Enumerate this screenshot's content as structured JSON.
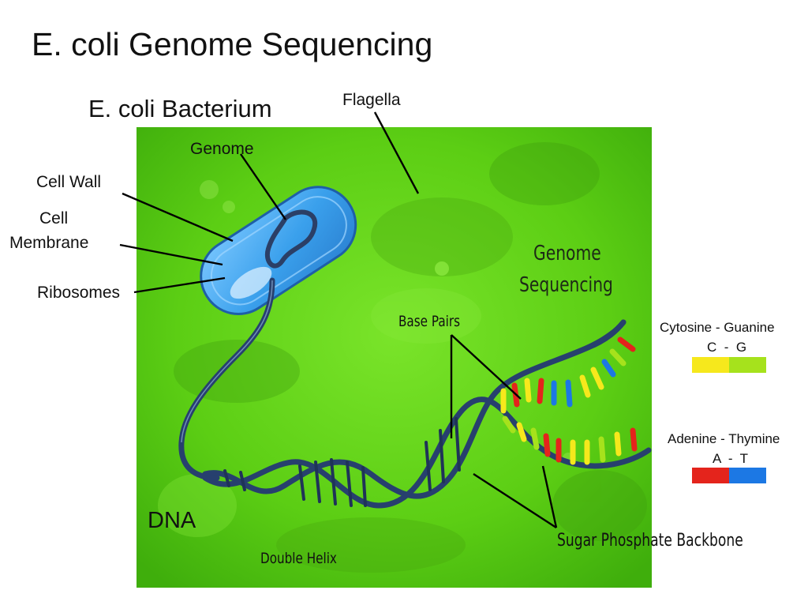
{
  "title": "E. coli Genome Sequencing",
  "subtitle": "E. coli Bacterium",
  "labels": {
    "flagella": "Flagella",
    "genome": "Genome",
    "cell_wall": "Cell Wall",
    "cell_membrane_line1": "Cell",
    "cell_membrane_line2": "Membrane",
    "ribosomes": "Ribosomes",
    "genome_sequencing_line1": "Genome",
    "genome_sequencing_line2": "Sequencing",
    "base_pairs": "Base Pairs",
    "dna": "DNA",
    "double_helix": "Double Helix",
    "sugar_phosphate_backbone": "Sugar Phosphate Backbone"
  },
  "legend": {
    "cg": {
      "name": "Cytosine - Guanine",
      "code": "C  -  G",
      "color_left": "#f6e81c",
      "color_right": "#a6e21c"
    },
    "at": {
      "name": "Adenine - Thymine",
      "code": "A  -  T",
      "color_left": "#e4241c",
      "color_right": "#1c78e4"
    }
  },
  "colors": {
    "gel_green": "#5ed014",
    "cell_blue": "#3aa6ee",
    "dna_navy": "#27406e"
  }
}
